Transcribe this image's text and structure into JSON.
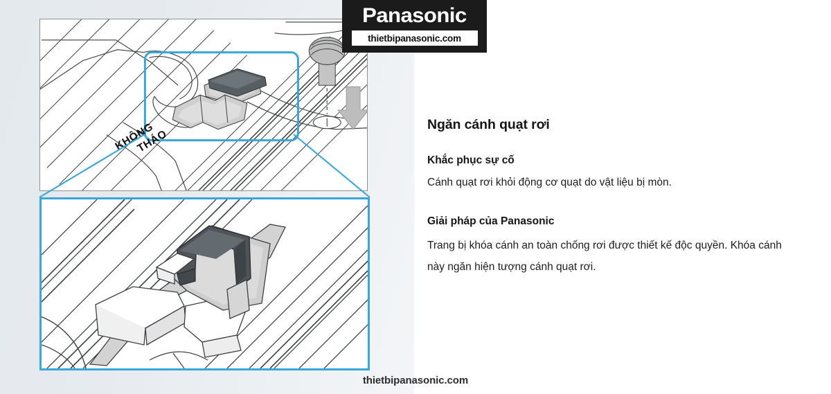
{
  "brand": {
    "logo_text": "Panasonic",
    "logo_url": "thietbipanasonic.com"
  },
  "illustration": {
    "warning_label_line1": "KHÔNG",
    "warning_label_line2": "THÁO",
    "callout_color": "#3aa5d8",
    "frame_border_color": "#8d9196",
    "clip_color": "#585f63",
    "shade_color": "#cccccc",
    "background_color": "#e4e9ee"
  },
  "content": {
    "heading": "Ngăn cánh quạt rơi",
    "section1_title": "Khắc phục sự cố",
    "section1_body": "Cánh quạt rơi khỏi động cơ quạt do vật liệu bị mòn.",
    "section2_title": "Giải pháp của Panasonic",
    "section2_body": "Trang bị khóa cánh an toàn chống rơi được thiết kế độc quyền. Khóa cánh này ngăn hiện tượng cánh quạt rơi."
  },
  "footer": {
    "watermark": "thietbipanasonic.com"
  }
}
